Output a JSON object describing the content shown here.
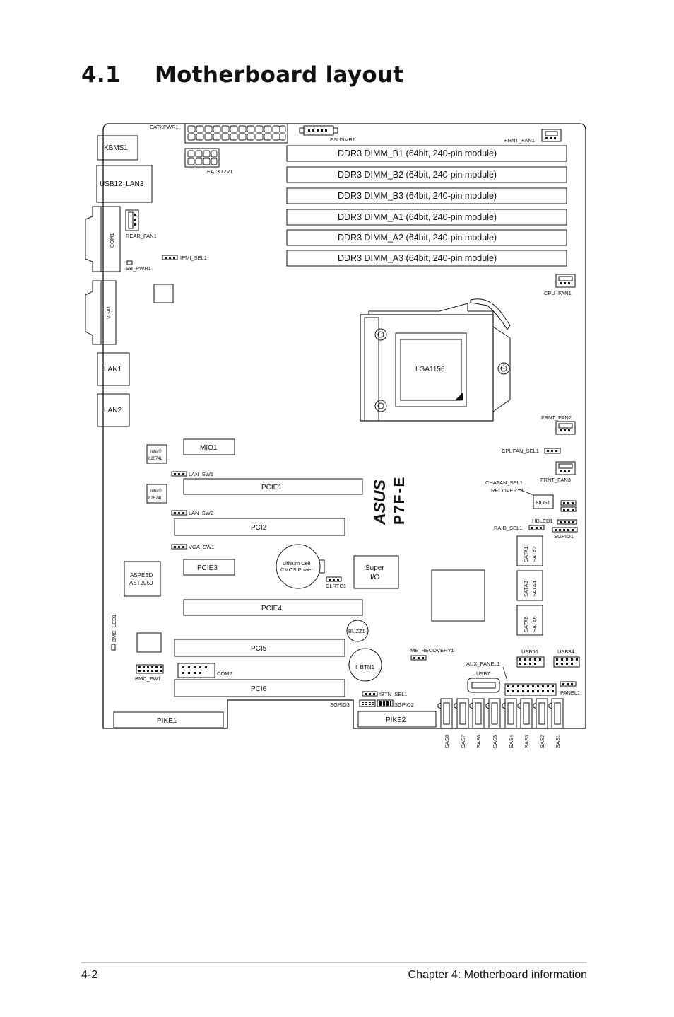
{
  "heading": {
    "number": "4.1",
    "title": "Motherboard layout"
  },
  "footer": {
    "page": "4-2",
    "chapter": "Chapter 4: Motherboard information"
  },
  "brand": {
    "logo": "ASUS",
    "model": "P7F-E"
  },
  "labels": {
    "eatxpwr1": "EATXPWR1",
    "psusmb1": "PSUSMB1",
    "frnt_fan1": "FRNT_FAN1",
    "kbms1": "KBMS1",
    "usb12_lan3": "USB12_LAN3",
    "eatx12v1": "EATX12V1",
    "dimm_b1": "DDR3 DIMM_B1 (64bit, 240-pin module)",
    "dimm_b2": "DDR3 DIMM_B2 (64bit, 240-pin module)",
    "dimm_b3": "DDR3 DIMM_B3 (64bit, 240-pin module)",
    "dimm_a1": "DDR3 DIMM_A1 (64bit, 240-pin module)",
    "dimm_a2": "DDR3 DIMM_A2 (64bit, 240-pin module)",
    "dimm_a3": "DDR3 DIMM_A3 (64bit, 240-pin module)",
    "com1": "COM1",
    "rear_fan1": "REAR_FAN1",
    "ipmi_sel1": "IPMI_SEL1",
    "sb_pwr1": "SB_PWR1",
    "cpu_fan1": "CPU_FAN1",
    "vga1": "VGA1",
    "lga1156": "LGA1156",
    "lan1": "LAN1",
    "lan2": "LAN2",
    "frnt_fan2": "FRNT_FAN2",
    "mio1": "MIO1",
    "intel": "Intel®",
    "chip_82574l": "82574L",
    "cpufan_sel1": "CPUFAN_SEL1",
    "lan_sw1": "LAN_SW1",
    "pcie1": "PCIE1",
    "frnt_fan3": "FRNT_FAN3",
    "chafan_sel1": "CHAFAN_SEL1",
    "recovery1": "RECOVERY1",
    "bios1": "BIOS1",
    "lan_sw2": "LAN_SW2",
    "pci2": "PCI2",
    "hdled1": "HDLED1",
    "raid_sel1": "RAID_SEL1",
    "sgpio1": "SGPIO1",
    "vga_sw1": "VGA_SW1",
    "aspeed": "ASPEED",
    "ast2050": "AST2050",
    "pcie3": "PCIE3",
    "lithium_cell": "Lithium Cell",
    "cmos_power": "CMOS Power",
    "super": "Super",
    "io": "I/O",
    "clrtc1": "CLRTC1",
    "sata1": "SATA1",
    "sata2": "SATA2",
    "sata3": "SATA3",
    "sata4": "SATA4",
    "sata5": "SATA5",
    "sata6": "SATA6",
    "pcie4": "PCIE4",
    "bmc_led1": "BMC_LED1",
    "buzz1": "BUZZ1",
    "pci5": "PCI5",
    "i_btn1": "I_BTN1",
    "me_recovery1": "ME_RECOVERY1",
    "usb56": "USB56",
    "usb34": "USB34",
    "aux_panel1": "AUX_PANEL1",
    "usb7": "USB7",
    "bmc_fw1": "BMC_FW1",
    "com2": "COM2",
    "pci6": "PCI6",
    "panel1": "PANEL1",
    "ibtn_sel1": "IBTN_SEL1",
    "sgpio3": "SGPIO3",
    "sgpio2": "SGPIO2",
    "pike1": "PIKE1",
    "pike2": "PIKE2",
    "sas8": "SAS8",
    "sas7": "SAS7",
    "sas6": "SAS6",
    "sas5": "SAS5",
    "sas4": "SAS4",
    "sas3": "SAS3",
    "sas2": "SAS2",
    "sas1": "SAS1"
  }
}
